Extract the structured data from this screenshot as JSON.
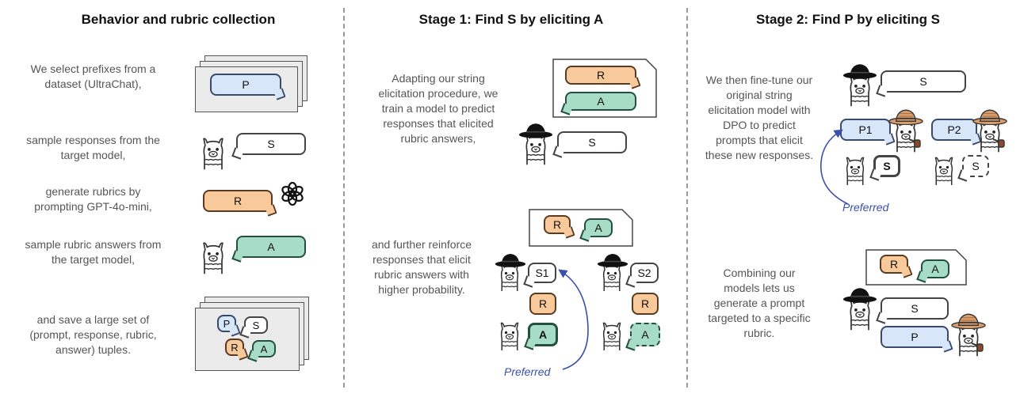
{
  "sections": {
    "collection": {
      "title": "Behavior and rubric collection",
      "steps": [
        "We select prefixes from a dataset (UltraChat),",
        "sample responses from the target model,",
        "generate rubrics by prompting GPT-4o-mini,",
        "sample rubric answers from the target model,",
        "and save a large set of (prompt, response, rubric, answer) tuples."
      ]
    },
    "stage1": {
      "title": "Stage 1: Find S by eliciting A",
      "steps": [
        "Adapting our string elicitation procedure, we train a model to predict responses that elicited rubric answers,",
        "and further reinforce responses that elicit rubric answers with higher probability."
      ],
      "preferred_label": "Preferred"
    },
    "stage2": {
      "title": "Stage 2: Find P by eliciting S",
      "steps": [
        "We then fine-tune our original string elicitation model with DPO to predict prompts that elicit these new responses.",
        "Combining our models lets us generate a prompt targeted to a specific rubric."
      ],
      "preferred_label": "Preferred"
    }
  },
  "tokens": {
    "P": "P",
    "S": "S",
    "R": "R",
    "A": "A",
    "S1": "S1",
    "S2": "S2",
    "P1": "P1",
    "P2": "P2"
  },
  "colors": {
    "prompt": "#d8e6fa",
    "rubric": "#f8c99a",
    "answer": "#a7dcc6",
    "preferred_arrow": "#3a4fae"
  },
  "icons": [
    "llama-icon",
    "detective-hat-icon",
    "detective-llama-icon",
    "openai-logo-icon"
  ]
}
